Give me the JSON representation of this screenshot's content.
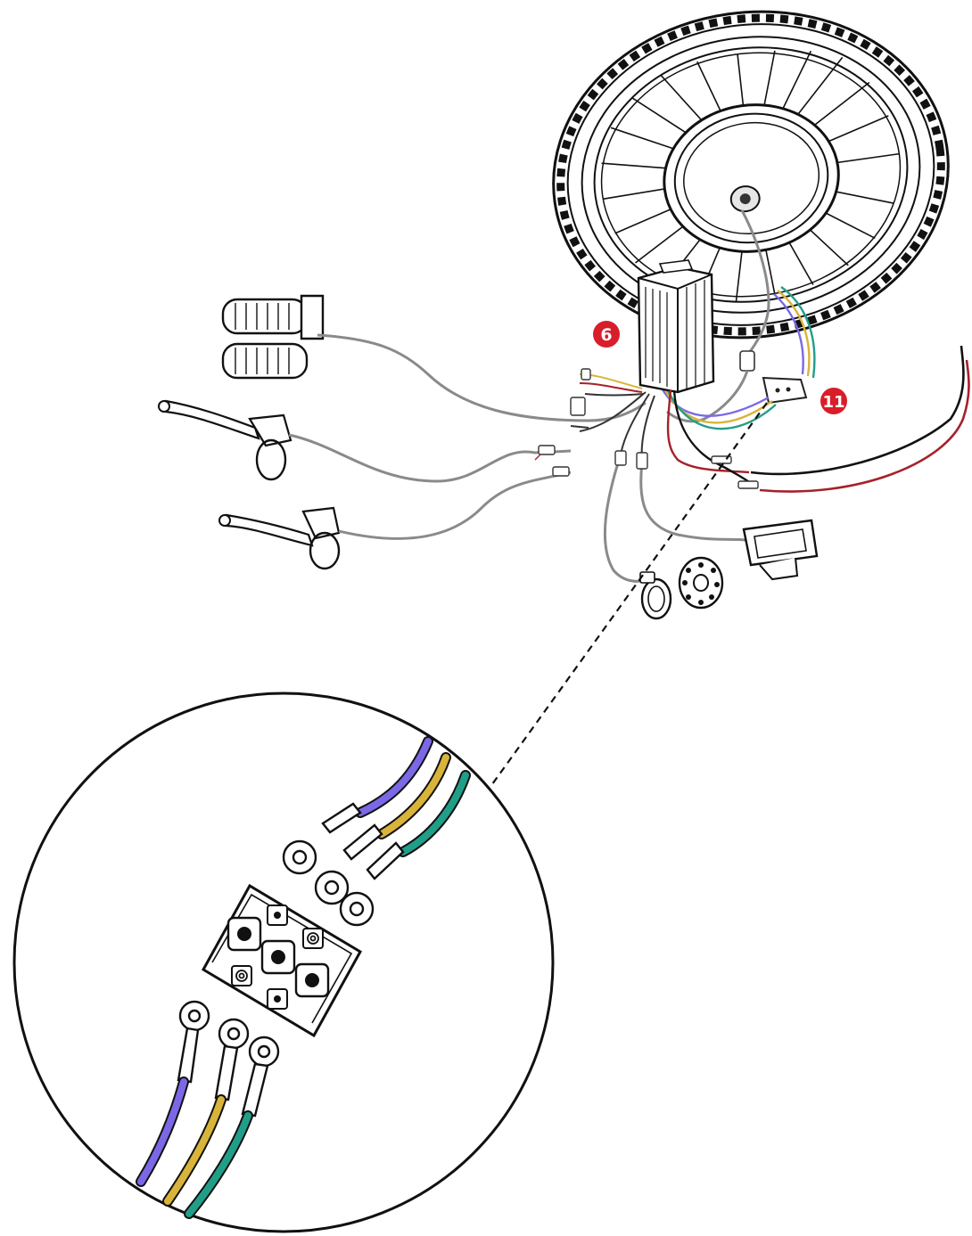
{
  "callouts": {
    "controller": "6",
    "phase_connector": "11"
  },
  "colors": {
    "callout_red": "#d81e2a",
    "line": "#111111",
    "wire_purple": "#7b68e6",
    "wire_yellow": "#d9b43a",
    "wire_green": "#219e88",
    "wire_red": "#a5212a",
    "wire_black": "#111111",
    "cable_grey": "#8a8a8a"
  },
  "icons": [
    "hub-motor-wheel",
    "controller-box",
    "throttle-grip",
    "handlebar-grip",
    "brake-lever-left",
    "brake-lever-right",
    "lcd-display",
    "pas-sensor-disc",
    "pas-sensor-ring",
    "battery-cable-black",
    "battery-cable-red",
    "three-phase-connector",
    "magnifier-circle"
  ]
}
